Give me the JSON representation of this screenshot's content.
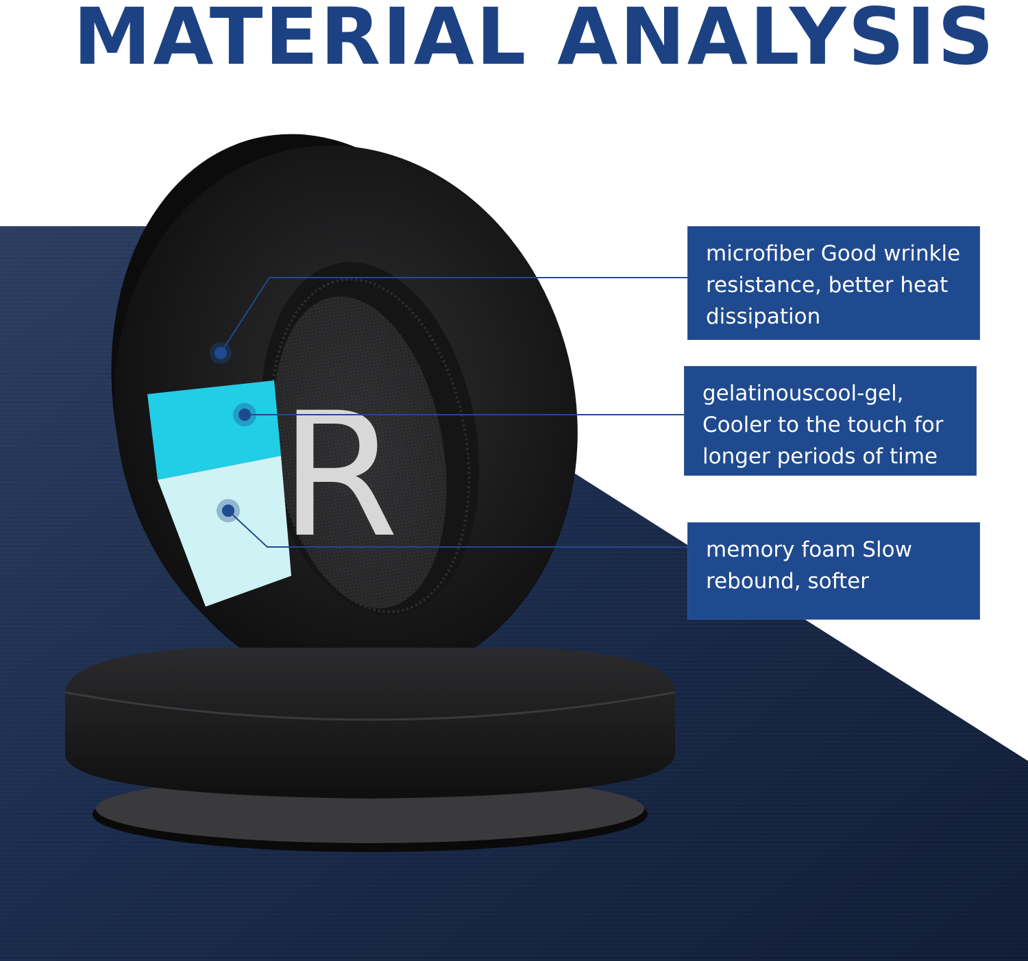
{
  "title": "MATERIAL ANALYSIS",
  "product": {
    "earpad_letter": "R"
  },
  "callouts": [
    {
      "layer": "microfiber",
      "lines": [
        "microfiber Good wrinkle",
        "resistance, better heat",
        "dissipation"
      ]
    },
    {
      "layer": "gel",
      "lines": [
        "gelatinouscool-gel,",
        "Cooler to the touch for",
        "longer periods of time"
      ]
    },
    {
      "layer": "memory-foam",
      "lines": [
        "memory foam Slow",
        "rebound, softer"
      ]
    }
  ],
  "colors": {
    "title": "#1d4283",
    "callout_bg": "#1f4a8f",
    "backdrop": "#1b2a4a",
    "gel_layer": "#22cde6",
    "foam_layer": "#bfeef2"
  }
}
